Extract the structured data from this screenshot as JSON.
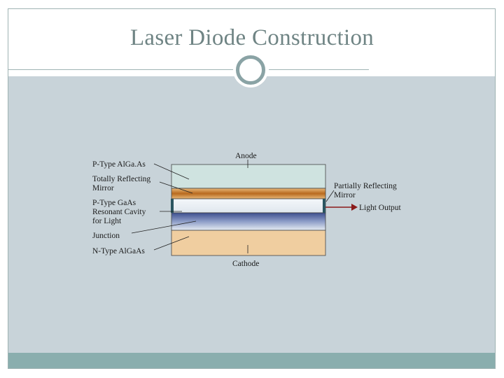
{
  "slide": {
    "title": "Laser Diode Construction"
  },
  "diagram": {
    "labels": {
      "anode": "Anode",
      "cathode": "Cathode",
      "p_type_algaas": "P-Type AlGa.As",
      "totally_reflecting_1": "Totally Reflecting",
      "totally_reflecting_2": "Mirror",
      "p_type_gaas_1": "P-Type GaAs",
      "p_type_gaas_2": "Resonant Cavity",
      "p_type_gaas_3": "for Light",
      "junction": "Junction",
      "n_type_algaas": "N-Type AlGaAs",
      "partially_reflecting_1": "Partially Reflecting",
      "partially_reflecting_2": "Mirror",
      "light_output": "Light Output"
    },
    "colors": {
      "p_type_layer": "#cfe3e0",
      "mirror_layer": "#c98a3a",
      "cavity_layer": "#e6eef3",
      "junction_layer": "#6f7fae",
      "n_type_layer": "#f0ceA0",
      "output_arrow": "#8b1a1a",
      "end_mirror": "#2a5560"
    }
  }
}
